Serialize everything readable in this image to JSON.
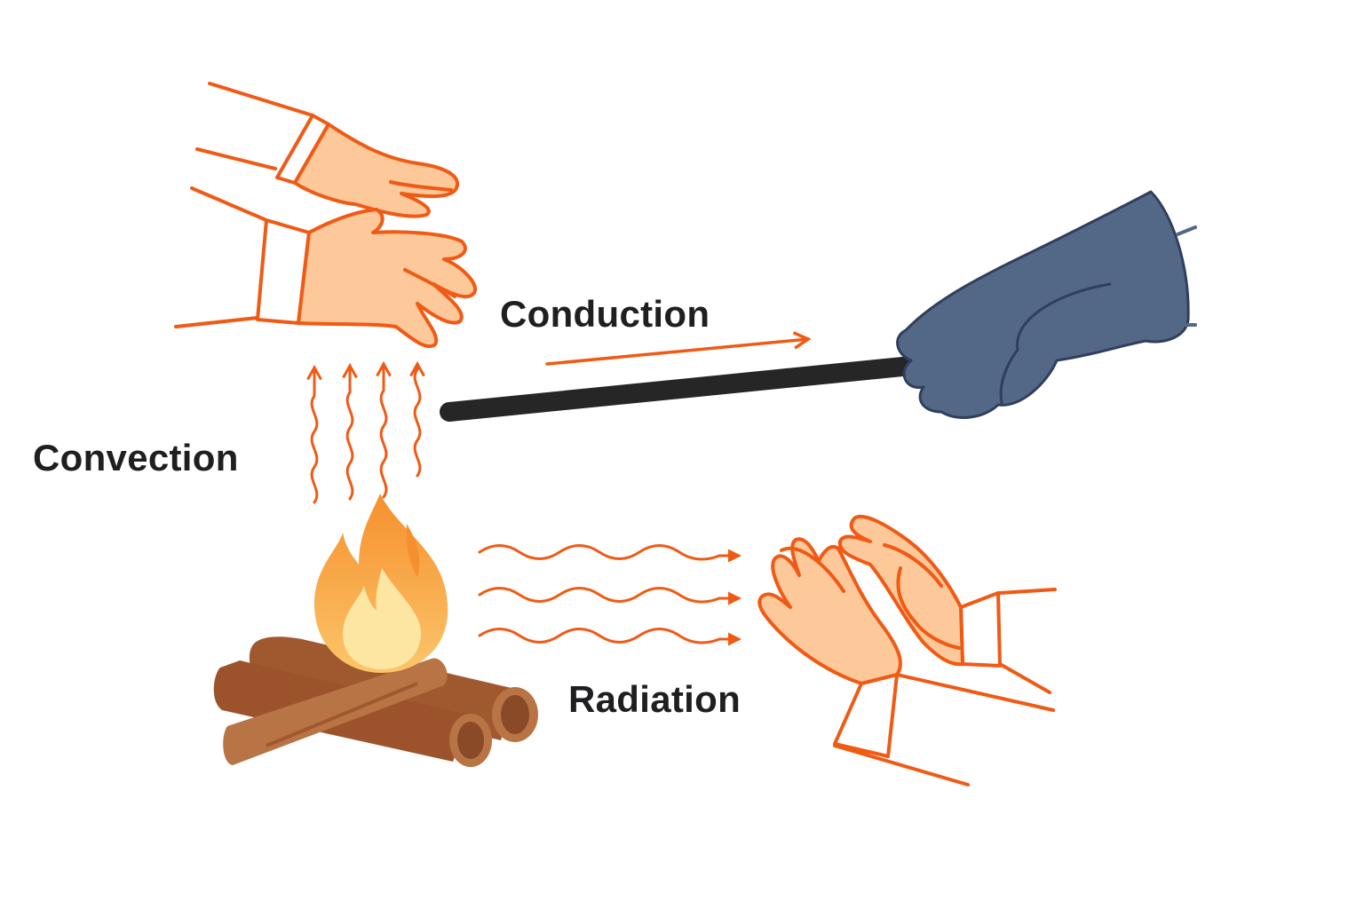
{
  "labels": {
    "conduction": "Conduction",
    "convection": "Convection",
    "radiation": "Radiation"
  },
  "colors": {
    "orange_line": "#f05a14",
    "skin": "#fdc89a",
    "glove": "#536887",
    "glove_line": "#2f3f5c",
    "rod": "#262626",
    "log_light": "#b87444",
    "log_dark": "#8a4a28",
    "flame_outer": "#f7a23c",
    "flame_inner": "#fde6a2",
    "text": "#1f1f22"
  },
  "icons": [
    "fire-icon",
    "logs-icon",
    "hand-icon",
    "glove-icon",
    "heat-wave-arrow-icon",
    "rod-icon"
  ]
}
